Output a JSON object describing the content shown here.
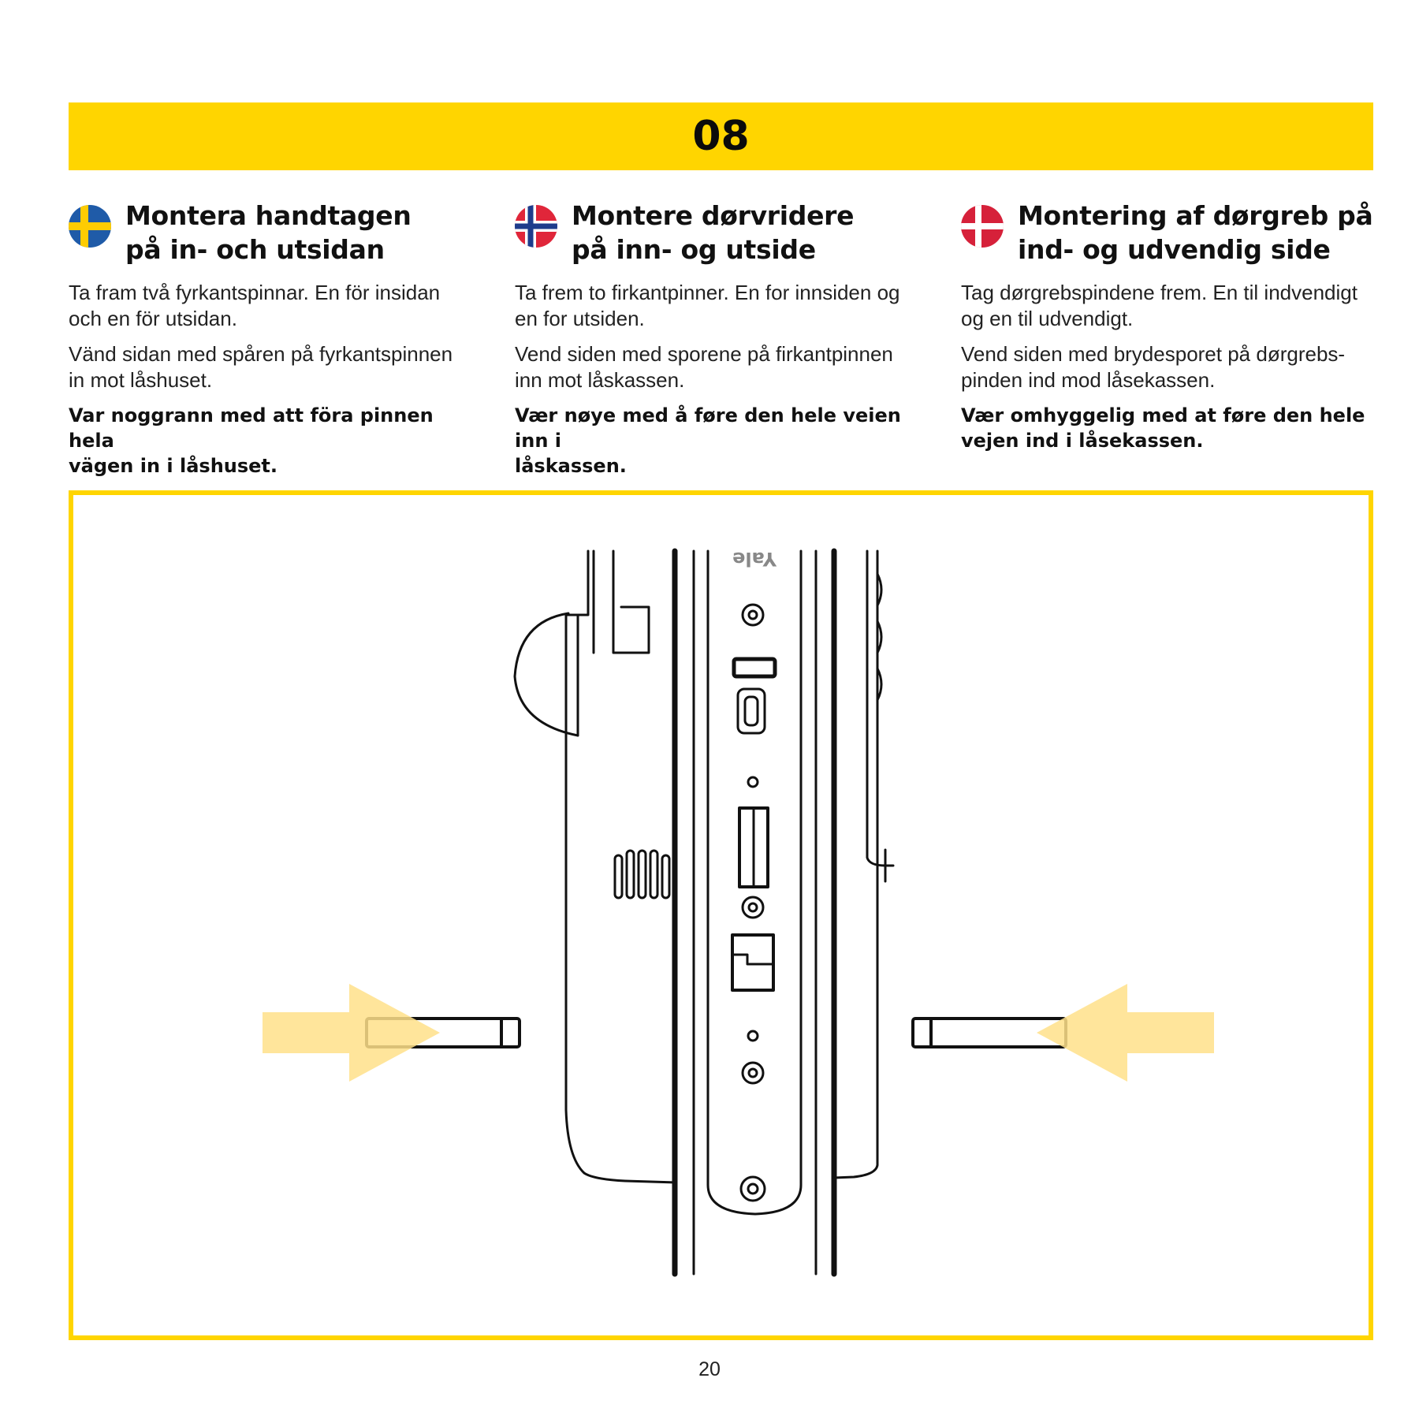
{
  "step": {
    "number": "08"
  },
  "columns": [
    {
      "lang": "sv",
      "flag": "sweden-flag-icon",
      "title_line1": "Montera handtagen",
      "title_line2": "på in- och utsidan",
      "p1_line1": "Ta fram två fyrkantspinnar. En för insidan",
      "p1_line2": "och en för utsidan.",
      "p2_line1": "Vänd sidan med spåren på fyrkantspinnen",
      "p2_line2": "in mot låshuset.",
      "note_line1": "Var noggrann med att föra pinnen hela",
      "note_line2": "vägen in i låshuset."
    },
    {
      "lang": "no",
      "flag": "norway-flag-icon",
      "title_line1": "Montere dørvridere",
      "title_line2": "på inn- og utside",
      "p1_line1": "Ta frem to firkantpinner. En for innsiden og",
      "p1_line2": "en for utsiden.",
      "p2_line1": "Vend siden med sporene på firkantpinnen",
      "p2_line2": "inn mot låskassen.",
      "note_line1": "Vær nøye med å føre den hele veien inn i",
      "note_line2": "låskassen."
    },
    {
      "lang": "da",
      "flag": "denmark-flag-icon",
      "title_line1": "Montering af dørgreb på",
      "title_line2": "ind- og udvendig side",
      "p1_line1": "Tag dørgrebspindene frem. En til indvendigt",
      "p1_line2": "og en til udvendigt.",
      "p2_line1": "Vend siden med brydesporet på dørgrebs-",
      "p2_line2": "pinden ind mod låsekassen.",
      "note_line1": "Vær omhyggelig med at føre den hele",
      "note_line2": "vejen ind i låsekassen."
    }
  ],
  "illustration": {
    "brand_text": "Yale",
    "icons": [
      "lock-body-illustration",
      "left-spindle-pin",
      "right-spindle-pin",
      "insert-arrow-right-icon",
      "insert-arrow-left-icon"
    ]
  },
  "colors": {
    "accent": "#FFD500",
    "arrow": "#FFE08A",
    "text": "#111111"
  },
  "footer": {
    "page_number": "20"
  }
}
